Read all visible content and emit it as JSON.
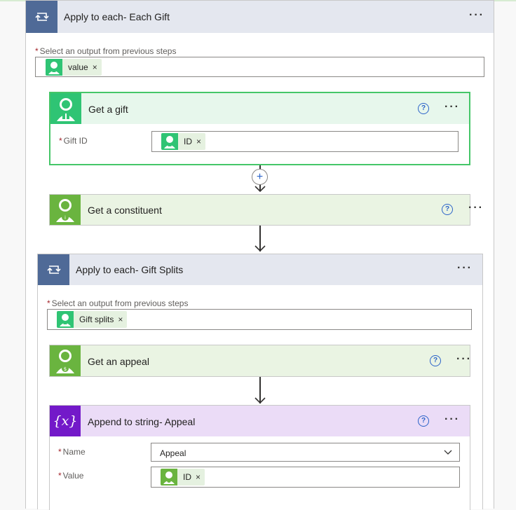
{
  "outer_loop": {
    "title": "Apply to each- Each Gift",
    "menu": "···"
  },
  "outer_select": {
    "label": "Select an output from previous steps",
    "token": "value",
    "remove": "×"
  },
  "get_gift": {
    "title": "Get a gift",
    "help": "?",
    "menu": "···",
    "field_label": "Gift ID",
    "token": "ID",
    "remove": "×"
  },
  "add_step": {
    "symbol": "+"
  },
  "get_constituent": {
    "title": "Get a constituent",
    "help": "?",
    "menu": "···"
  },
  "inner_loop": {
    "title": "Apply to each- Gift Splits",
    "menu": "···"
  },
  "inner_select": {
    "label": "Select an output from previous steps",
    "token": "Gift splits",
    "remove": "×"
  },
  "get_appeal": {
    "title": "Get an appeal",
    "help": "?",
    "menu": "···"
  },
  "append": {
    "title": "Append to string- Appeal",
    "icon_text": "{x}",
    "help": "?",
    "menu": "···",
    "name_label": "Name",
    "name_value": "Appeal",
    "value_label": "Value",
    "value_token": "ID",
    "remove": "×"
  },
  "required_mark": "*",
  "colors": {
    "loop": "#4f6a97",
    "gift_green": "#2fc474",
    "constituent_green": "#6ab43f",
    "variable_purple": "#7319c9"
  }
}
